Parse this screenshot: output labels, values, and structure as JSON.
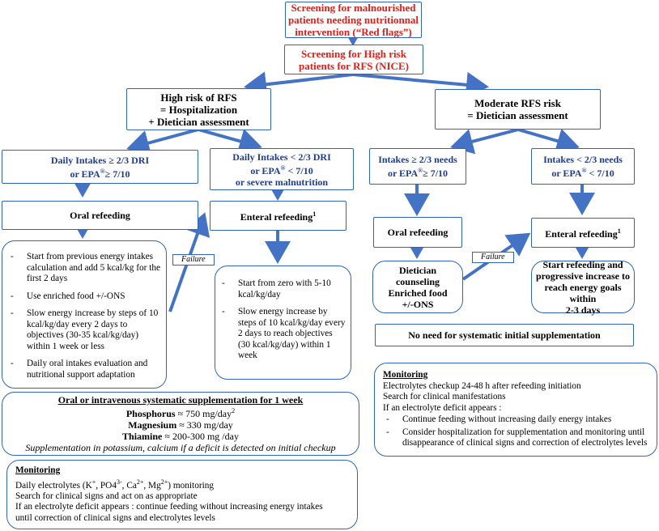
{
  "screening_red_flags": [
    "Screening for malnourished",
    "patients needing nutritionnal",
    "intervention (“Red flags”)"
  ],
  "screening_nice": [
    "Screening for High risk",
    "patients for RFS (NICE)"
  ],
  "high_risk": [
    "High risk of RFS",
    "= Hospitalization",
    "+ Dietician assessment"
  ],
  "moderate_risk": [
    "Moderate RFS risk",
    "= Dietician assessment"
  ],
  "hr_intake_high": [
    "Daily Intakes ≥ 2/3 DRI",
    "or EPA",
    "®",
    "≥ 7/10"
  ],
  "hr_intake_low": [
    "Daily Intakes < 2/3 DRI",
    "or EPA",
    "®",
    " < 7/10",
    "or severe malnutrition"
  ],
  "mr_intake_high": [
    "Intakes ≥ 2/3 needs",
    "or EPA",
    "®",
    "≥ 7/10"
  ],
  "mr_intake_low": [
    "Intakes < 2/3 needs",
    "or EPA",
    "®",
    " < 7/10"
  ],
  "oral_refeeding": "Oral  refeeding",
  "enteral_refeeding": "Enteral refeeding",
  "enteral_sup": "1",
  "failure_label": "Failure",
  "oral_steps": [
    "Start from previous energy intakes calculation and add 5 kcal/kg for the first 2 days",
    "Use enriched food +/-ONS",
    "Slow energy increase by steps of 10 kcal/kg/day every 2 days to objectives (30-35  kcal/kg/day) within 1 week or less",
    "Daily oral intakes evaluation and nutritional support adaptation"
  ],
  "enteral_steps": [
    "Start from zero with 5-10 kcal/kg/day",
    "Slow energy increase by steps of 10 kcal/kg/day every 2 days to reach objectives (30 kcal/kg/day) within 1 week"
  ],
  "mr_oral_refeeding": "Oral  refeeding",
  "mr_enteral_refeeding": "Enteral refeeding",
  "dietician_counseling": [
    "Dietician",
    "counseling",
    "Enriched food",
    "+/-ONS"
  ],
  "mr_enteral_steps": [
    "Start refeeding and",
    "progressive increase to",
    "reach energy goals within",
    "2-3 days"
  ],
  "no_supplementation": "No need for systematic initial supplementation",
  "supplementation": {
    "title": "Oral or intravenous systematic supplementation for 1 week",
    "phosphorus_name": "Phosphorus",
    "phosphorus_dose": " ≈ 750 mg/day",
    "phosphorus_sup": "2",
    "magnesium_name": "Magnesium",
    "magnesium_dose": " ≈ 330 mg/day",
    "thiamine_name": "Thiamine",
    "thiamine_dose": " ≈ 200-300 mg /day",
    "note": "Supplementation in potassium, calcium  if a deficit is detected on initial checkup"
  },
  "monitoring_left": {
    "title": "Monitoring",
    "line1_a": "Daily electrolytes (K",
    "line1_b": ", PO4",
    "line1_c": ", Ca",
    "line1_d": ", Mg",
    "line1_e": ") monitoring",
    "sup_k": "+",
    "sup_po4": "3-",
    "sup_ca": "2+",
    "sup_mg": "2+",
    "line2": "Search for clinical signs and act on as appropriate",
    "line3": "If an electrolyte deficit appears : continue feeding without increasing energy intakes",
    "line4": "until correction of clinical signs and electrolytes levels"
  },
  "monitoring_right": {
    "title": "Monitoring",
    "line1": "Electrolytes checkup 24-48 h after refeeding initiation",
    "line2": "Search for clinical manifestations",
    "line3": "If an electrolyte deficit appears :",
    "items": [
      "Continue feeding without increasing daily energy intakes",
      "Consider hospitalization for supplementation and monitoring until disappearance of clinical signs and correction of electrolytes levels"
    ]
  },
  "colors": {
    "accent": "#2f64b8",
    "red_text": "#e0201a",
    "navy_text": "#1f3d8f"
  }
}
